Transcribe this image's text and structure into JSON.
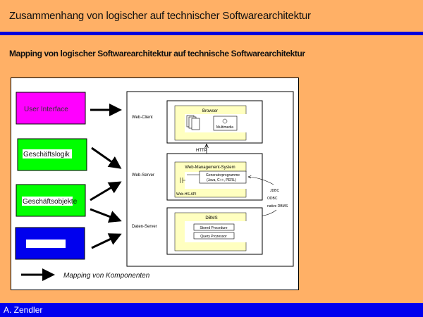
{
  "header": {
    "title": "Zusammenhang von logischer auf technischer Softwarearchitektur"
  },
  "subtitle": "Mapping von logischer Softwarearchitektur auf technische Softwarearchitektur",
  "logical": {
    "user_interface": "User Interface",
    "business_logic": "Geschäftslogik",
    "business_objects": "Geschäftsobjekte"
  },
  "tiers": {
    "client": "Web-Client",
    "server": "Web-Server",
    "data": "Daten-Server"
  },
  "technical": {
    "browser": "Browser",
    "multimedia": "Multimedia",
    "http": "HTTP",
    "wms": "Web-Management-System",
    "generator_1": "Generatorprogramme",
    "generator_2": "(Java, C++, PERL)",
    "api": "Web-HS-API",
    "jdbc": "JDBC",
    "odbc": "ODBC",
    "native": "native DBMS",
    "dbms": "DBMS",
    "stored_procedure": "Stored Procedure",
    "query_processor": "Query Prozessor"
  },
  "legend": "Mapping von Komponenten",
  "footer": {
    "author": "A. Zendler"
  },
  "colors": {
    "background": "#FFB066",
    "accent": "#0000DD",
    "magenta": "#FF00FF",
    "green": "#00FF00",
    "blue": "#0000EE",
    "yellow": "#FFFFC0"
  }
}
